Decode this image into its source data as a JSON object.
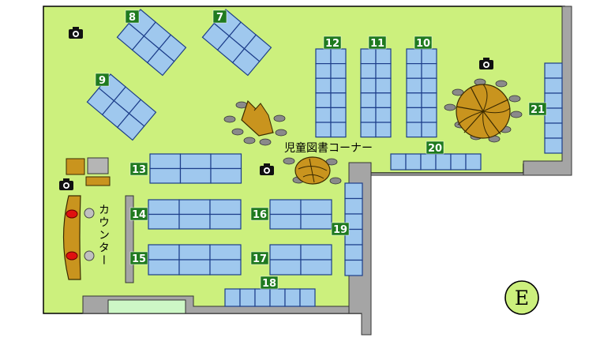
{
  "map": {
    "area_label": "児童図書コーナー",
    "counter_label": "カウンター",
    "entrance_label": "E",
    "colors": {
      "floor": "#ccf07d",
      "shelf": "#9fc8ee",
      "shelf_border": "#1d3e8a",
      "wall": "#a5a5a5",
      "label_bg": "#1f7a1f",
      "table": "#c9941e",
      "counter": "#c9941e",
      "entrance_mat": "#cdf7c6",
      "staff_seat": "#e01010"
    },
    "shelves": [
      {
        "id": "8",
        "label": "8"
      },
      {
        "id": "7",
        "label": "7"
      },
      {
        "id": "9",
        "label": "9"
      },
      {
        "id": "12",
        "label": "12"
      },
      {
        "id": "11",
        "label": "11"
      },
      {
        "id": "10",
        "label": "10"
      },
      {
        "id": "21",
        "label": "21"
      },
      {
        "id": "20",
        "label": "20"
      },
      {
        "id": "13",
        "label": "13"
      },
      {
        "id": "14",
        "label": "14"
      },
      {
        "id": "16",
        "label": "16"
      },
      {
        "id": "19",
        "label": "19"
      },
      {
        "id": "15",
        "label": "15"
      },
      {
        "id": "17",
        "label": "17"
      },
      {
        "id": "18",
        "label": "18"
      }
    ],
    "icons": [
      "camera-icon",
      "camera-icon",
      "camera-icon",
      "camera-icon"
    ]
  }
}
